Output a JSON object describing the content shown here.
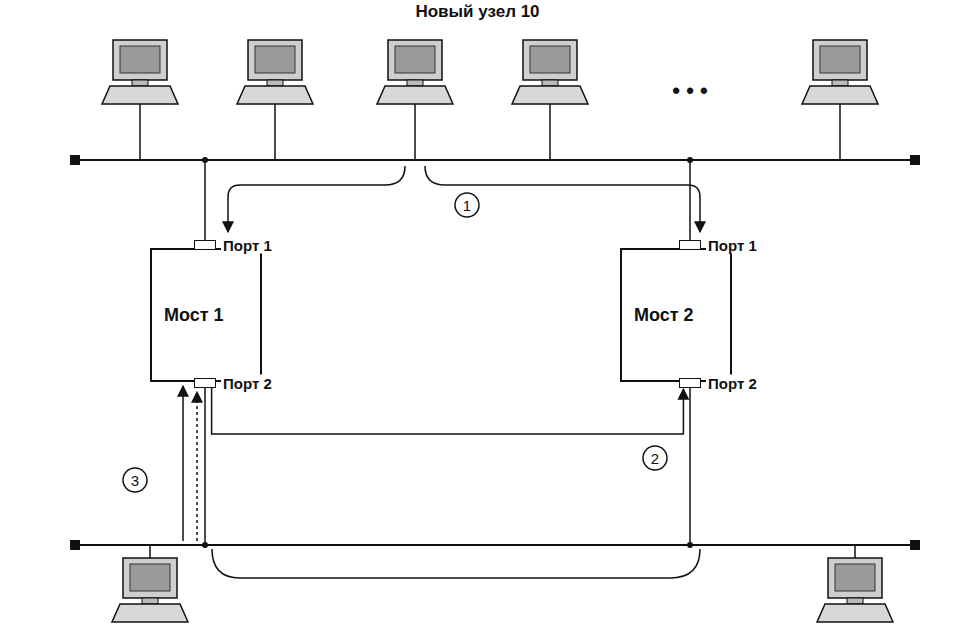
{
  "diagram": {
    "nodes": [
      {
        "text": [
          "Порт 1"
        ]
      },
      {
        "text": [
          "Порт 1"
        ]
      },
      {
        "text": [
          "Мост 1"
        ]
      },
      {
        "text": [
          "Мост 2"
        ]
      },
      {
        "text": [
          "Порт 2"
        ]
      },
      {
        "text": [
          "Порт 2"
        ]
      }
    ],
    "edges": [
      {
        "from": 4,
        "to": 5,
        "arrow": "to"
      }
    ],
    "labels": [
      "Новый узел 10",
      "• • •",
      "1",
      "2",
      "3"
    ]
  }
}
